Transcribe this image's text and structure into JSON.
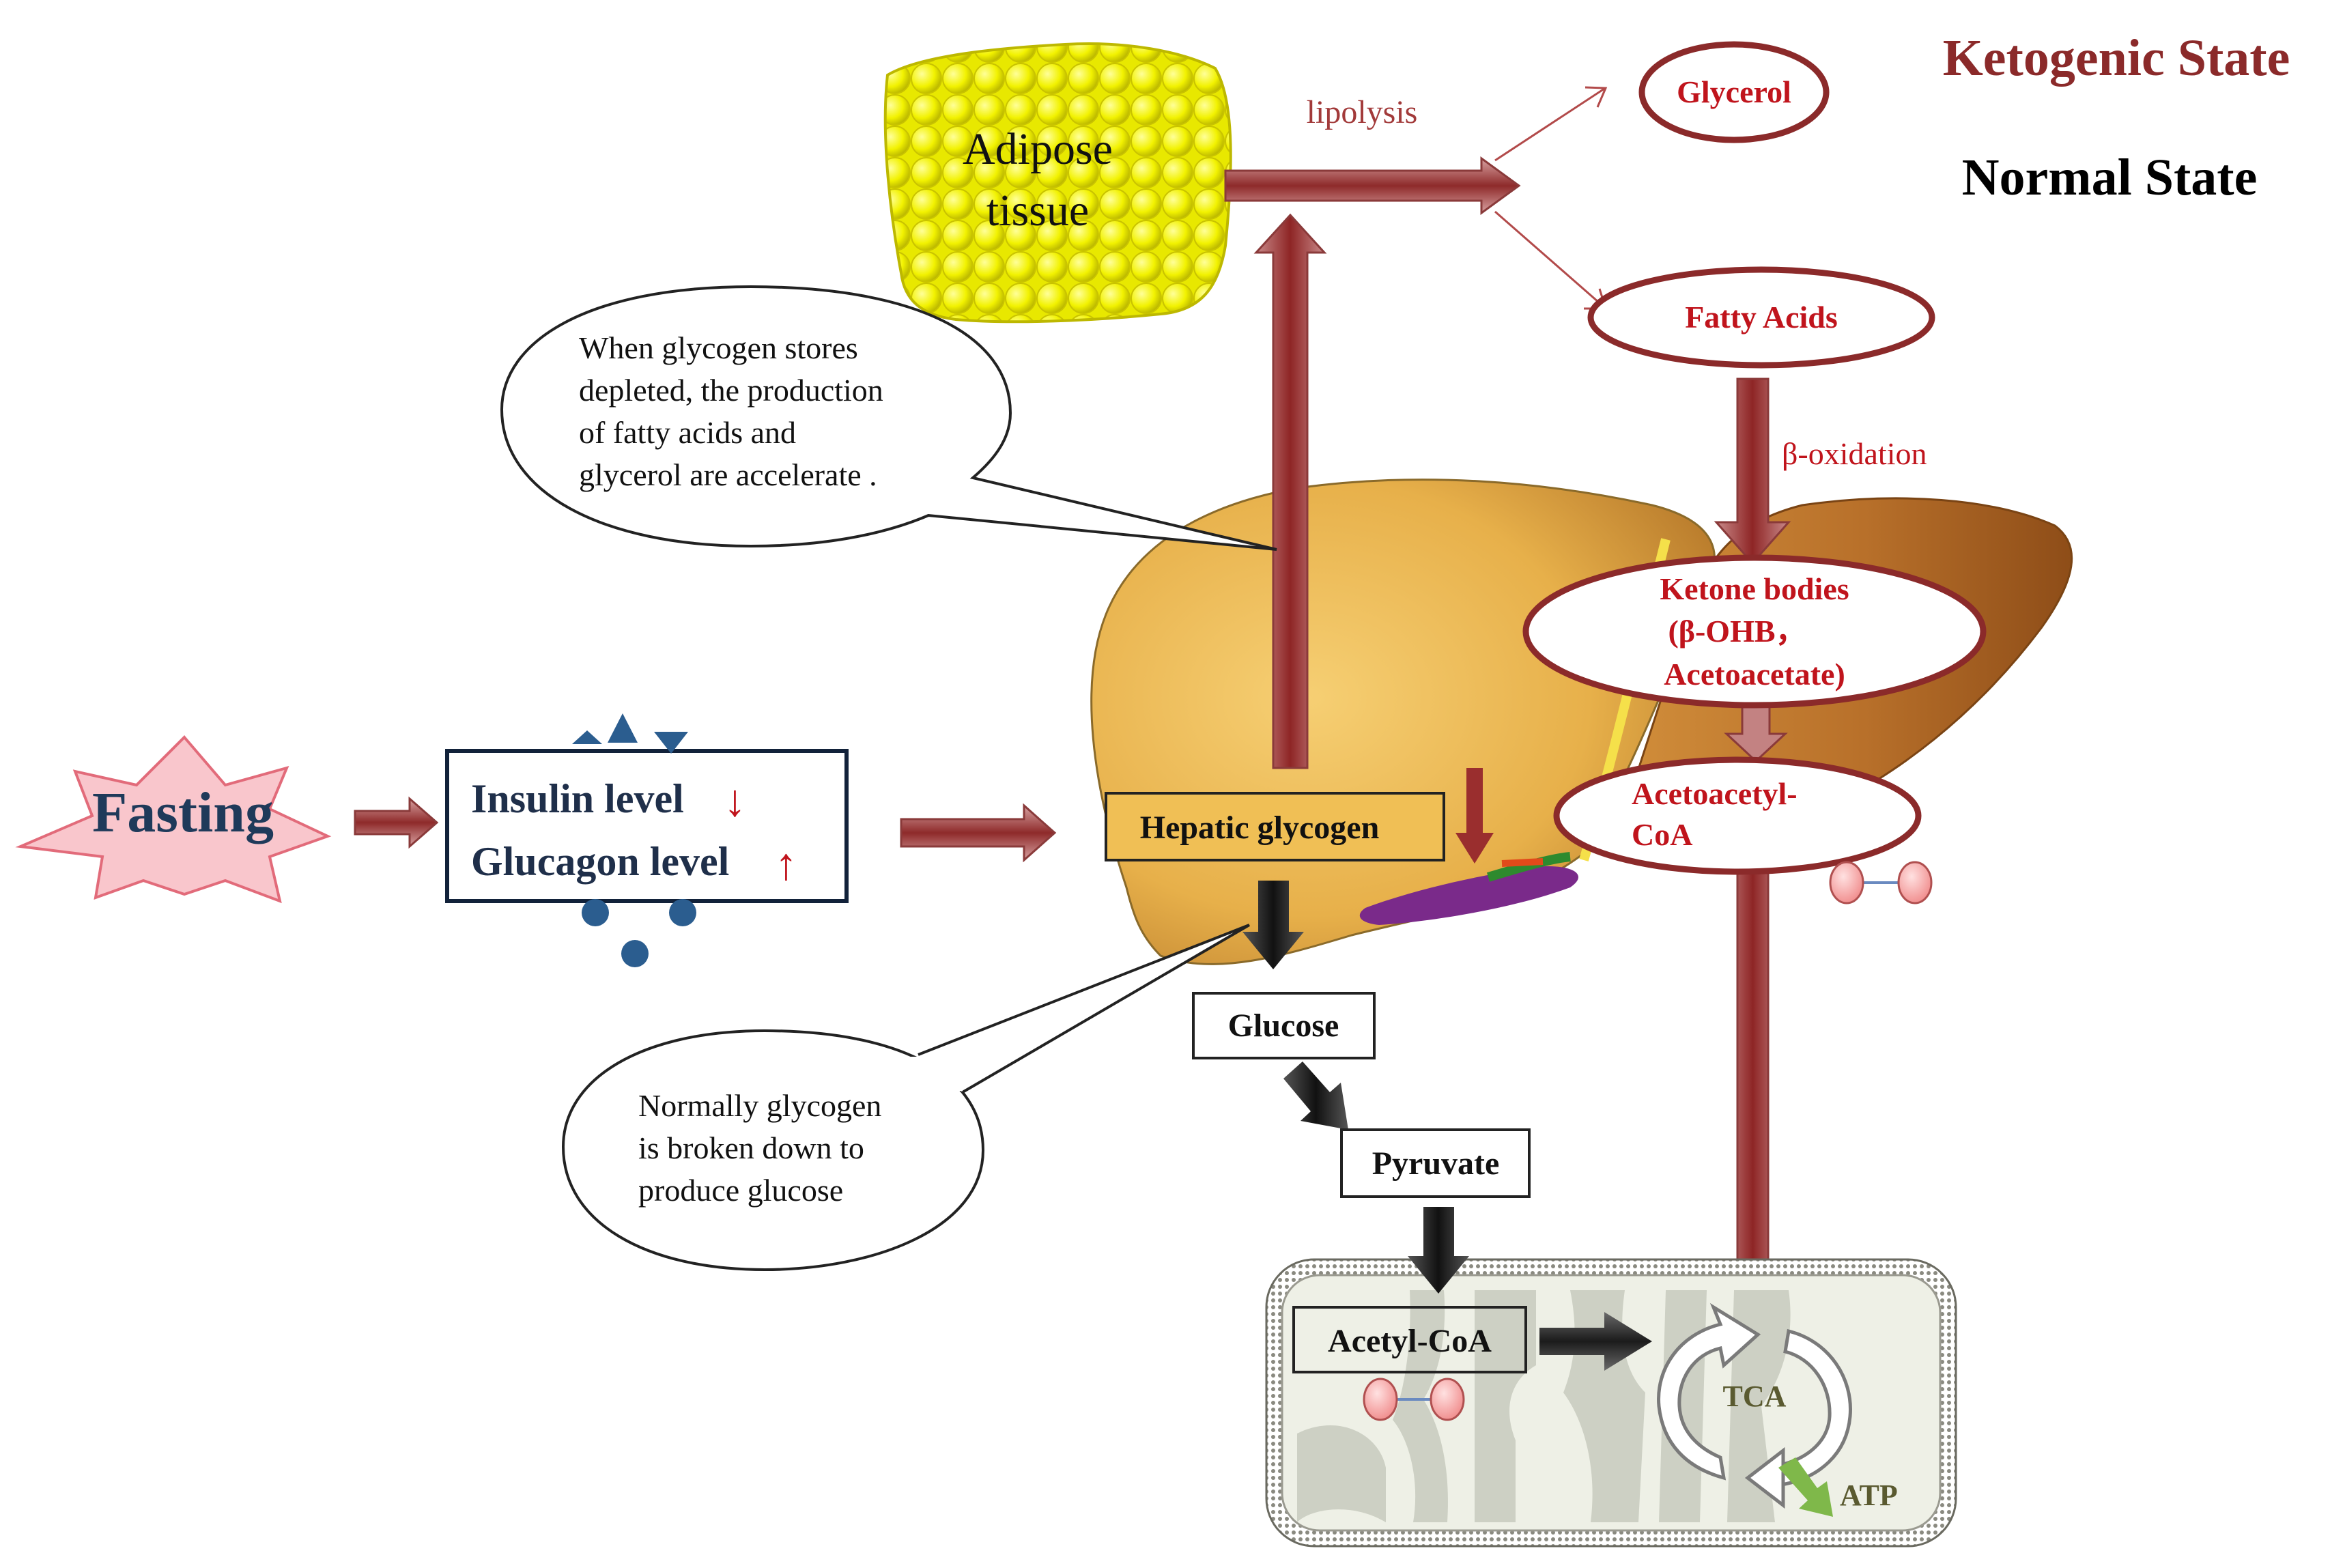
{
  "legend": {
    "ketogenic": "Ketogenic State",
    "normal": "Normal State",
    "ketogenic_color": "#8b2a2a",
    "normal_color": "#000000"
  },
  "fasting": "Fasting",
  "hormones": {
    "insulin": "Insulin level",
    "insulin_arrow": "↓",
    "glucagon": "Glucagon level",
    "glucagon_arrow": "↑"
  },
  "adipose": {
    "line1": "Adipose",
    "line2": "tissue"
  },
  "lipolysis": "lipolysis",
  "glycerol": "Glycerol",
  "fatty_acids": "Fatty Acids",
  "beta_oxidation": "β-oxidation",
  "ketone_bodies": {
    "line1": "Ketone bodies",
    "line2": "(β-OHB，",
    "line3": "Acetoacetate)"
  },
  "acetoacetyl": {
    "line1": "Acetoacetyl-",
    "line2": "CoA"
  },
  "hepatic_glycogen": "Hepatic glycogen",
  "glucose": "Glucose",
  "pyruvate": "Pyruvate",
  "acetyl_coa": "Acetyl-CoA",
  "tca": "TCA",
  "atp": "ATP",
  "callout_top": {
    "line1": "When glycogen stores",
    "line2": "depleted, the production",
    "line3": "of fatty acids and",
    "line4": "glycerol are accelerate ."
  },
  "callout_bottom": {
    "line1": "Normally glycogen",
    "line2": "is broken down to",
    "line3": "produce glucose"
  },
  "colors": {
    "ketogenic_arrow": "#a23a3a",
    "normal_arrow": "#333333",
    "liver": "#e7b04a",
    "adipose": "#f4f400",
    "mito": "#eef0e6",
    "red_text": "#c0141c"
  }
}
